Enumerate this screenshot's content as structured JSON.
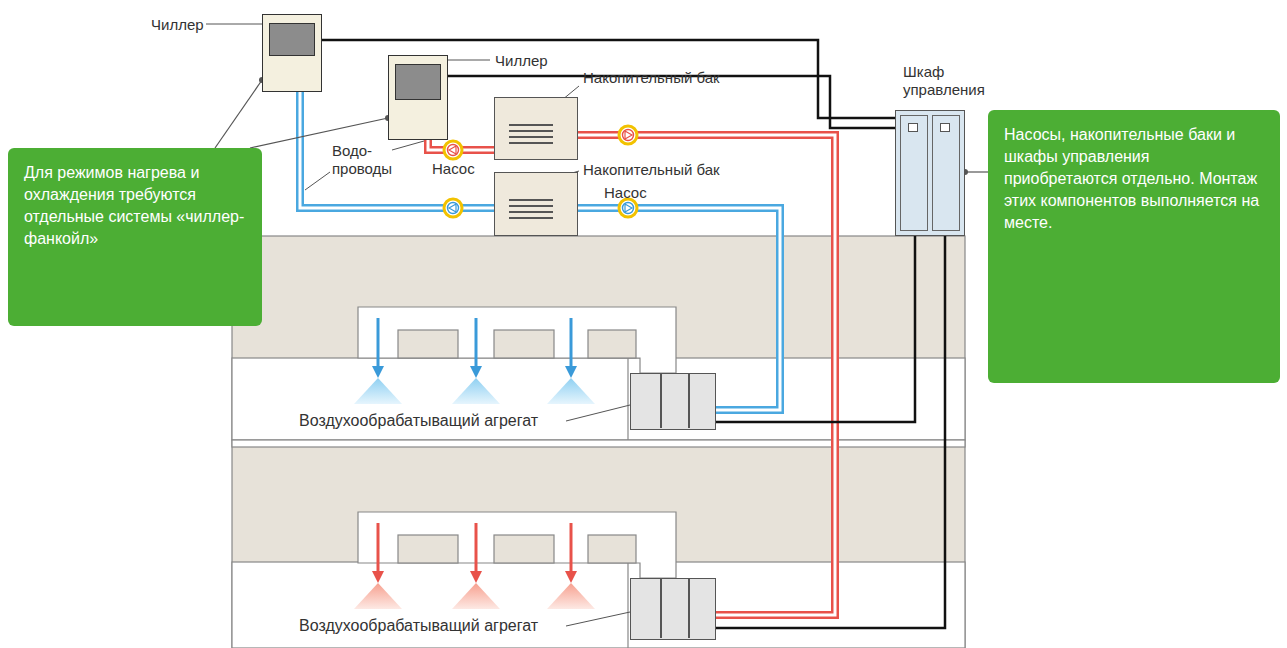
{
  "diagram": {
    "nodes": [
      {
        "text": [
          "Чиллер"
        ]
      },
      {
        "text": [
          "Чиллер"
        ]
      },
      {
        "text": [
          "Накопительный бак"
        ]
      },
      {
        "text": [
          "Накопительный бак"
        ]
      },
      {
        "text": [
          "Для режимов нагрева и охлаждения требуются отдельные системы «чиллер-фанкойл»"
        ]
      },
      {
        "text": [
          "Шкаф управления"
        ]
      },
      {
        "text": [
          "Насосы, накопительные баки и шкафы управления приобретаются отдельно. Монтаж этих компонентов выполняется на месте."
        ]
      },
      {
        "text": [
          "Воздухообрабатыващий агрегат"
        ]
      },
      {
        "text": [
          "Воздухообрабатыващий агрегат"
        ]
      }
    ],
    "edges": [
      {
        "from": 0,
        "to": 3,
        "arrow": "none"
      },
      {
        "from": 3,
        "to": 7,
        "arrow": "none"
      },
      {
        "from": 1,
        "to": 2,
        "arrow": "none"
      },
      {
        "from": 2,
        "to": 8,
        "arrow": "none"
      },
      {
        "from": 0,
        "to": 5,
        "arrow": "none"
      },
      {
        "from": 1,
        "to": 5,
        "arrow": "none"
      },
      {
        "from": 5,
        "to": 7,
        "arrow": "none"
      },
      {
        "from": 5,
        "to": 8,
        "arrow": "none"
      },
      {
        "from": 4,
        "to": 0,
        "arrow": "none"
      },
      {
        "from": 4,
        "to": 1,
        "arrow": "none"
      },
      {
        "from": 6,
        "to": 5,
        "arrow": "none"
      }
    ],
    "labels": [
      "Водо- проводы",
      "Насос",
      "Насос"
    ]
  }
}
